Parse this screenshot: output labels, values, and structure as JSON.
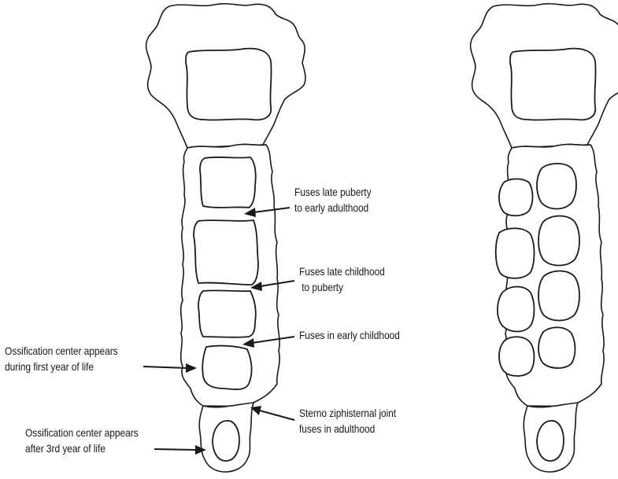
{
  "annotations": [
    {
      "id": "fuses-late-puberty",
      "lines": [
        "Fuses late puberty",
        "to early adulthood"
      ]
    },
    {
      "id": "fuses-late-childhood",
      "lines": [
        "Fuses late childhood",
        " to puberty"
      ]
    },
    {
      "id": "fuses-early-childhood",
      "lines": [
        "Fuses in early childhood"
      ]
    },
    {
      "id": "ossification-first-year",
      "lines": [
        "Ossification center appears",
        "during first year of life"
      ]
    },
    {
      "id": "sterno-xiphisternal",
      "lines": [
        "Sterno ziphisternal joint",
        "fuses in adulthood"
      ]
    },
    {
      "id": "ossification-third-year",
      "lines": [
        "Ossification center appears",
        "after 3rd year of life"
      ]
    }
  ],
  "colors": {
    "ink": "#1a1a1a",
    "background": "#ffffff"
  }
}
